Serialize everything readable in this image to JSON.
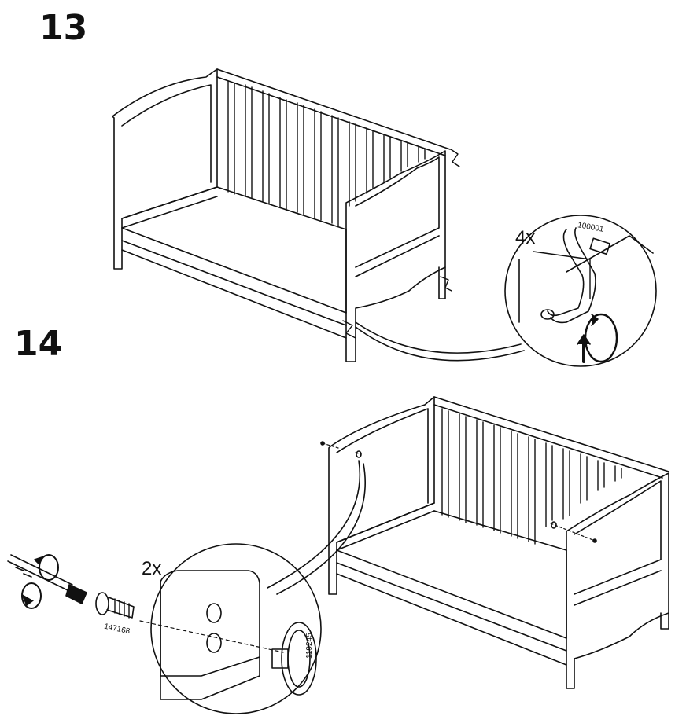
{
  "steps": [
    {
      "number": "13",
      "quantity": "4x",
      "part_number": "100001"
    },
    {
      "number": "14",
      "quantity": "2x",
      "part_number": "147168",
      "part_number_2": "119245"
    }
  ],
  "icons": [
    "allen-key-icon",
    "rotate-arrow-icon",
    "screwdriver-icon",
    "screw-icon"
  ]
}
